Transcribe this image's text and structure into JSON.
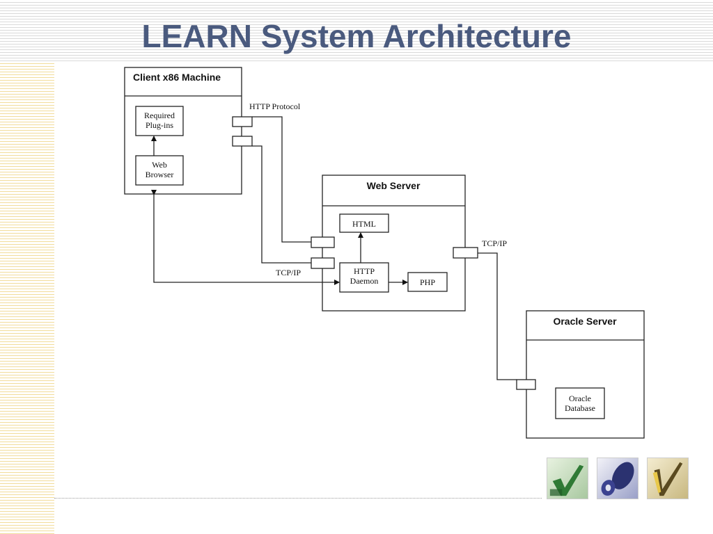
{
  "slide": {
    "title": "LEARN System Architecture"
  },
  "diagram": {
    "client": {
      "title": "Client x86 Machine",
      "plugins": [
        "Required",
        "Plug-ins"
      ],
      "browser": [
        "Web",
        "Browser"
      ]
    },
    "web_server": {
      "title": "Web Server",
      "html": "HTML",
      "daemon": [
        "HTTP",
        "Daemon"
      ],
      "php": "PHP"
    },
    "oracle_server": {
      "title": "Oracle Server",
      "database": [
        "Oracle",
        "Database"
      ]
    },
    "labels": {
      "http_protocol": "HTTP Protocol",
      "tcpip_web_oracle": "TCP/IP",
      "tcpip_client_web": "TCP/IP"
    }
  },
  "decor": {
    "icons": [
      "checkmark-icon",
      "disc-icon",
      "pen-checkmark-icon"
    ],
    "colors": {
      "title": "#4a5a7e",
      "stripe_top": "#d9d9d9",
      "stripe_left": "#f2dc9a"
    }
  }
}
